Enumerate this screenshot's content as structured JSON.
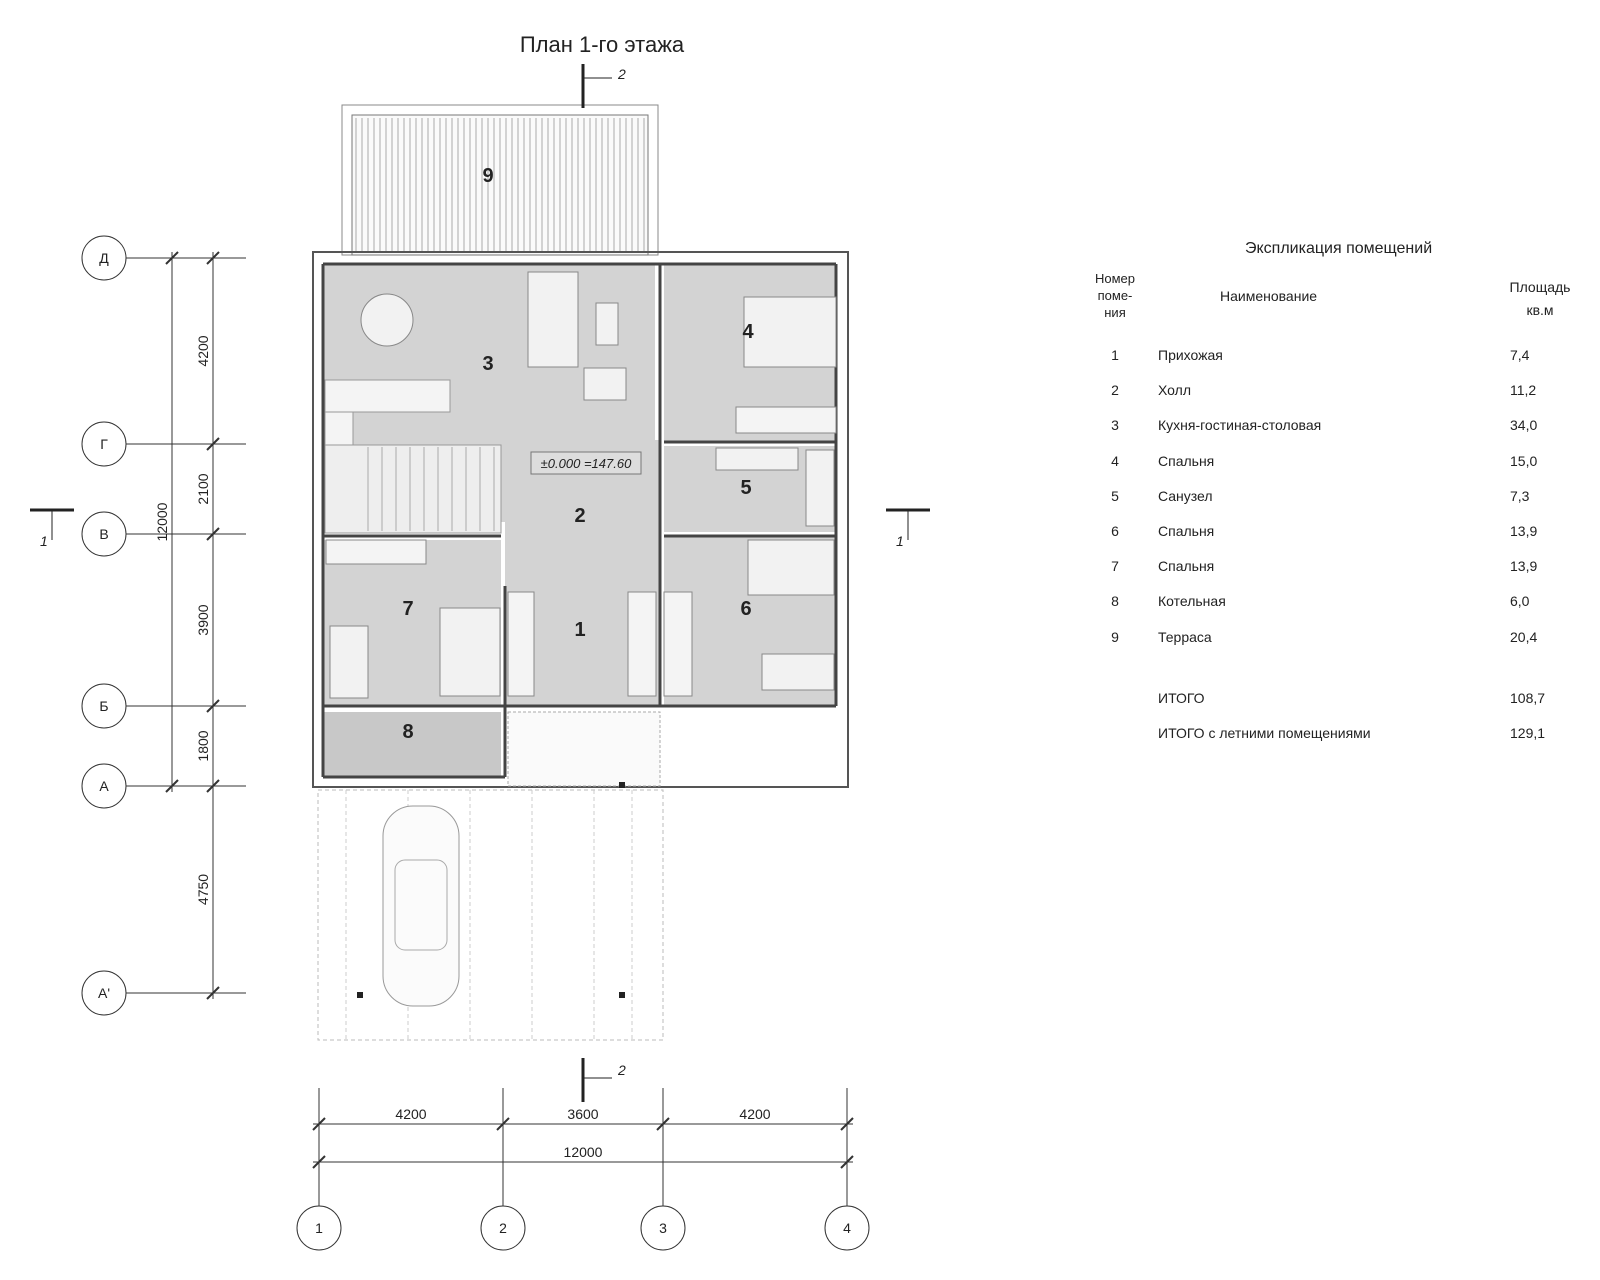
{
  "title": "План 1-го этажа",
  "elevation_mark": "±0.000 =147.60",
  "axes_rows": [
    "Д",
    "Г",
    "В",
    "Б",
    "А",
    "А'"
  ],
  "axes_cols": [
    "1",
    "2",
    "3",
    "4"
  ],
  "dims_vertical": [
    "4200",
    "2100",
    "3900",
    "1800",
    "4750"
  ],
  "dim_vertical_total": "12000",
  "dims_horizontal": [
    "4200",
    "3600",
    "4200"
  ],
  "dim_horizontal_total": "12000",
  "section_marks": {
    "section1": "1",
    "section2": "2"
  },
  "room_labels": [
    "1",
    "2",
    "3",
    "4",
    "5",
    "6",
    "7",
    "8",
    "9"
  ],
  "legend": {
    "heading": "Экспликация помещений",
    "col_num": "Номер поме-ния",
    "col_num_lines": [
      "Номер",
      "поме-",
      "ния"
    ],
    "col_name": "Наименование",
    "col_area_lines": [
      "Площадь",
      "кв.м"
    ],
    "rows": [
      {
        "num": "1",
        "name": "Прихожая",
        "area": "7,4"
      },
      {
        "num": "2",
        "name": "Холл",
        "area": "11,2"
      },
      {
        "num": "3",
        "name": "Кухня-гостиная-столовая",
        "area": "34,0"
      },
      {
        "num": "4",
        "name": "Спальня",
        "area": "15,0"
      },
      {
        "num": "5",
        "name": "Санузел",
        "area": "7,3"
      },
      {
        "num": "6",
        "name": "Спальня",
        "area": "13,9"
      },
      {
        "num": "7",
        "name": "Спальня",
        "area": "13,9"
      },
      {
        "num": "8",
        "name": "Котельная",
        "area": "6,0"
      },
      {
        "num": "9",
        "name": "Терраса",
        "area": "20,4"
      }
    ],
    "total_label": "ИТОГО",
    "total_value": "108,7",
    "total_summer_label": "ИТОГО с летними помещениями",
    "total_summer_value": "129,1"
  }
}
